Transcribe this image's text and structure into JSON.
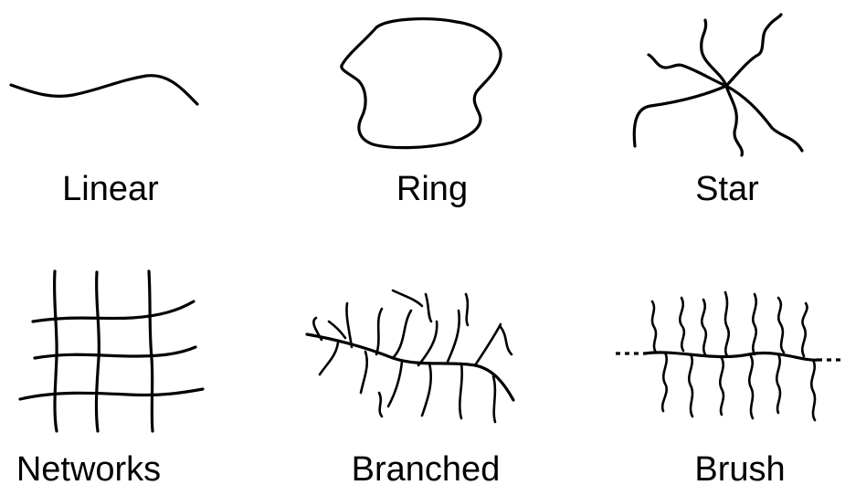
{
  "labels": {
    "linear": "Linear",
    "ring": "Ring",
    "star": "Star",
    "networks": "Networks",
    "branched": "Branched",
    "brush": "Brush"
  },
  "colors": {
    "stroke": "#000000",
    "background": "#ffffff"
  }
}
